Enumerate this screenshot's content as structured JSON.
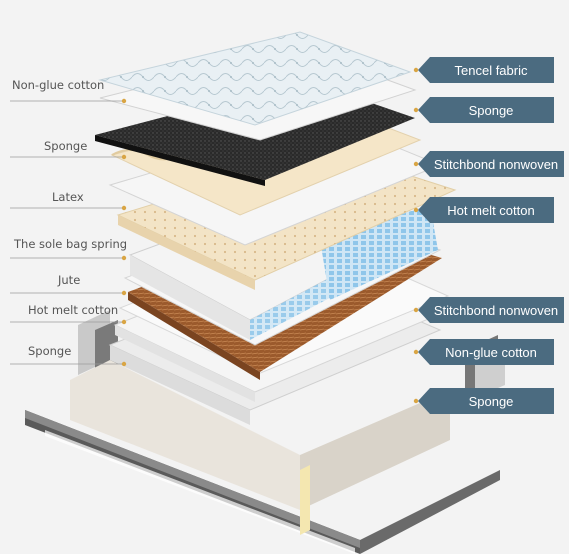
{
  "left_labels": [
    "Non-glue cotton",
    "Sponge",
    "Latex",
    "The sole bag spring",
    "Jute",
    "Hot melt cotton",
    "Sponge"
  ],
  "right_labels": [
    "Tencel fabric",
    "Sponge",
    "Stitchbond nonwoven",
    "Hot melt cotton",
    "Stitchbond nonwoven",
    "Non-glue cotton",
    "Sponge"
  ],
  "colors": {
    "tag": "#4b6b80",
    "marker": "#d9a544",
    "jute": "#9b5a2c",
    "foam": "#1e1e1e",
    "latex": "#f3e4c6",
    "spring": "#8fc6ea"
  }
}
